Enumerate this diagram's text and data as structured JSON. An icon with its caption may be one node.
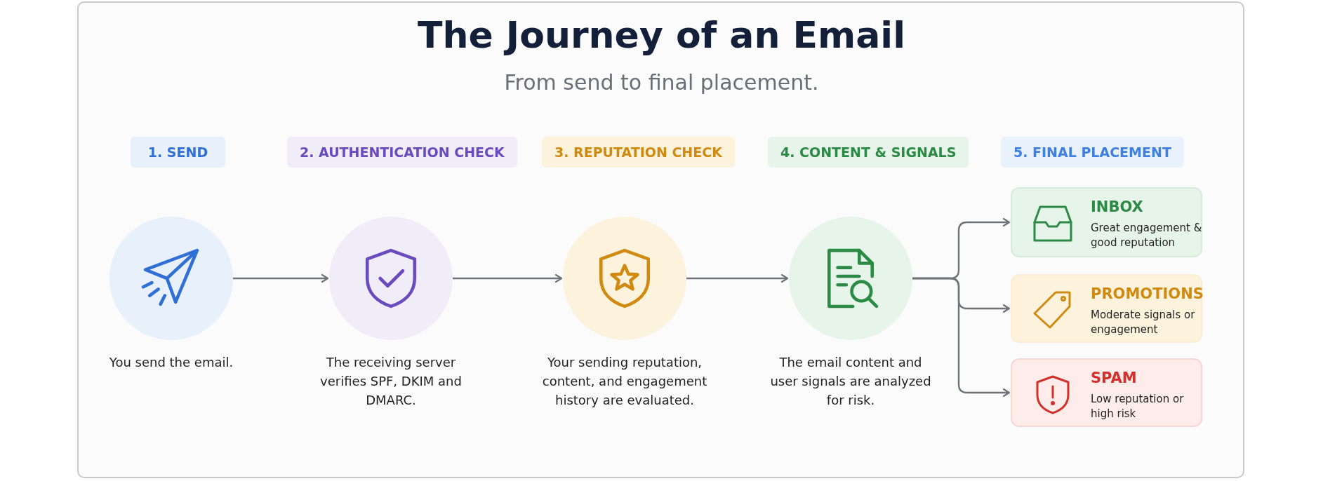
{
  "diagram": {
    "title": "The Journey of an Email",
    "nodes": [
      {
        "text": [
          "1. SEND"
        ]
      },
      {
        "text": [
          "2. AUTHENTICATION CHECK"
        ]
      },
      {
        "text": [
          "3. REPUTATION CHECK"
        ]
      },
      {
        "text": [
          "4. CONTENT & SIGNALS"
        ]
      },
      {
        "text": [
          "5. FINAL PLACEMENT"
        ]
      },
      {
        "text": [],
        "shape": "circle",
        "beside": [
          "You send the email."
        ]
      },
      {
        "text": [],
        "shape": "circle",
        "beside": [
          "The receiving server verifies SPF, DKIM and DMARC."
        ]
      },
      {
        "text": [],
        "shape": "circle",
        "beside": [
          "Your sending reputation, content, and engagement history are evaluated."
        ]
      },
      {
        "text": [],
        "shape": "circle",
        "beside": [
          "The email content and user signals are analyzed for risk."
        ]
      },
      {
        "text": [
          "INBOX",
          "Great engagement & good reputation"
        ]
      },
      {
        "text": [
          "PROMOTIONS",
          "Moderate signals or engagement"
        ]
      },
      {
        "text": [
          "SPAM",
          "Low reputation or high risk"
        ]
      }
    ],
    "edges": [
      {
        "from": 5,
        "to": 6,
        "arrow": "to"
      },
      {
        "from": 6,
        "to": 7,
        "arrow": "to"
      },
      {
        "from": 7,
        "to": 8,
        "arrow": "to"
      },
      {
        "from": 8,
        "to": 9,
        "arrow": "to"
      },
      {
        "from": 8,
        "to": 10,
        "arrow": "to"
      },
      {
        "from": 8,
        "to": 11,
        "arrow": "to"
      }
    ],
    "labels": [
      "From send to final placement."
    ]
  }
}
